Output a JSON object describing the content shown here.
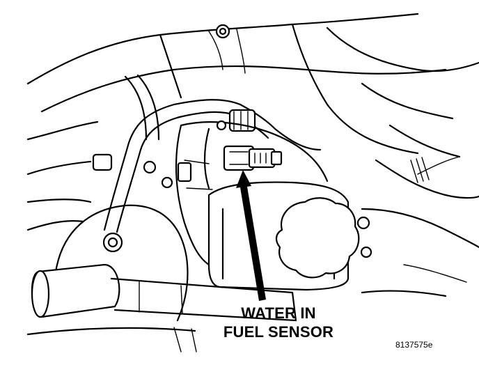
{
  "callout": {
    "line1": "WATER IN",
    "line2": "FUEL SENSOR"
  },
  "figure_id": "8137575e"
}
